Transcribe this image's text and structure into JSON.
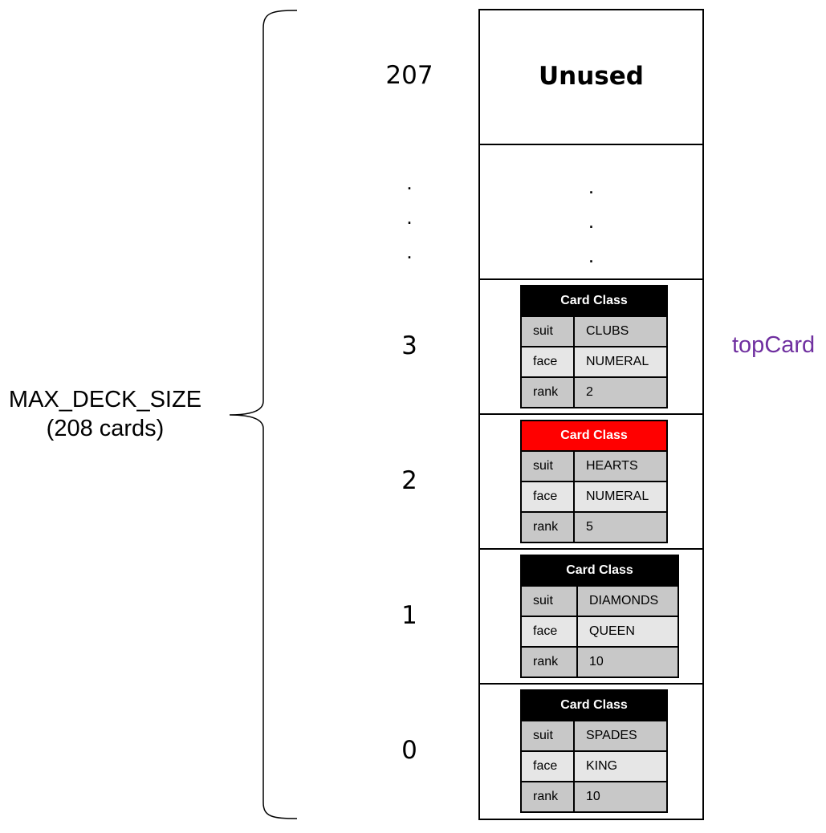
{
  "size_label": {
    "line1": "MAX_DECK_SIZE",
    "line2": "(208 cards)"
  },
  "indices": {
    "top": "207",
    "dots": ".",
    "i3": "3",
    "i2": "2",
    "i1": "1",
    "i0": "0"
  },
  "unused_label": "Unused",
  "stack_dot": ".",
  "pointer_label": "topCard",
  "colors": {
    "pointer": "#7030a0",
    "highlight": "#ff0000",
    "header": "#000000",
    "row_dark": "#c8c8c8",
    "row_light": "#e6e6e6"
  },
  "cards": [
    {
      "title": "Card Class",
      "suit_label": "suit",
      "suit": "CLUBS",
      "face_label": "face",
      "face": "NUMERAL",
      "rank_label": "rank",
      "rank": "2"
    },
    {
      "title": "Card Class",
      "suit_label": "suit",
      "suit": "HEARTS",
      "face_label": "face",
      "face": "NUMERAL",
      "rank_label": "rank",
      "rank": "5"
    },
    {
      "title": "Card Class",
      "suit_label": "suit",
      "suit": "DIAMONDS",
      "face_label": "face",
      "face": "QUEEN",
      "rank_label": "rank",
      "rank": "10"
    },
    {
      "title": "Card Class",
      "suit_label": "suit",
      "suit": "SPADES",
      "face_label": "face",
      "face": "KING",
      "rank_label": "rank",
      "rank": "10"
    }
  ]
}
